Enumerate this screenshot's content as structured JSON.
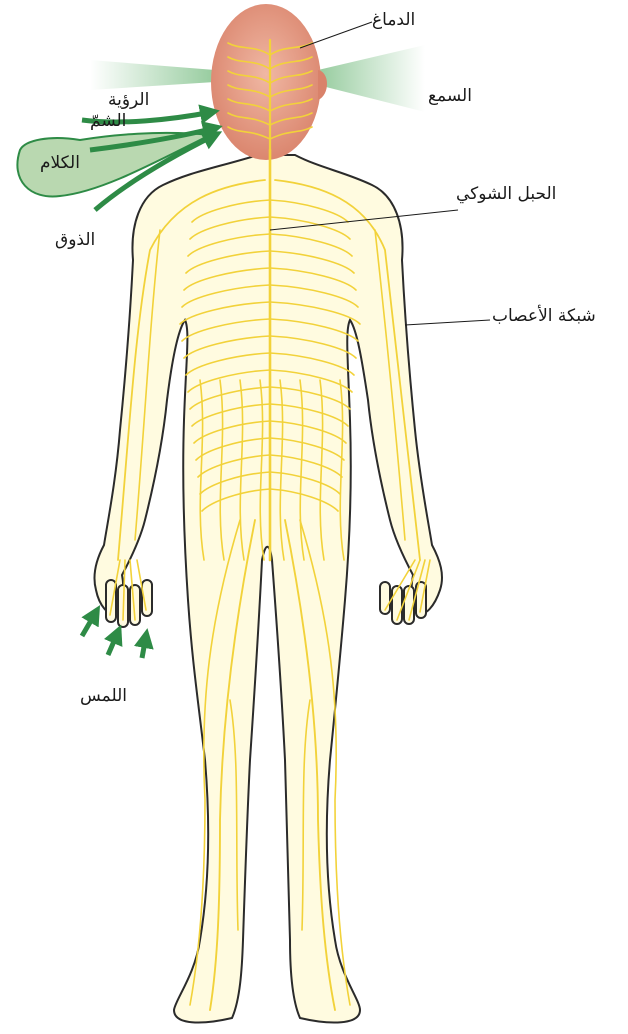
{
  "diagram": {
    "labels": {
      "brain": "الدماغ",
      "hearing": "السمع",
      "vision": "الرؤية",
      "smell": "الشمّ",
      "speech": "الكلام",
      "taste": "الذوق",
      "spinal_cord": "الحبل الشوكي",
      "nerve_network": "شبكة الأعصاب",
      "touch": "اللمس"
    },
    "colors": {
      "nerve": "#f2d23a",
      "body_fill": "#fffbe0",
      "outline": "#2b2b2b",
      "head": "#e8a38e",
      "arrow": "#2e8b46",
      "speech_bubble": "#b9d8b0"
    }
  }
}
